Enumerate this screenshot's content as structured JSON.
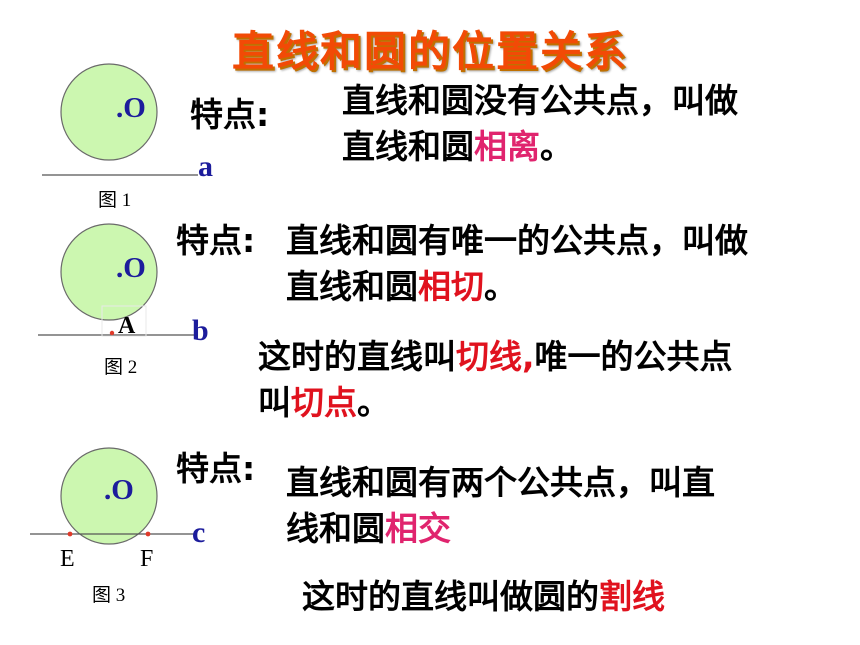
{
  "title": "直线和圆的位置关系",
  "colors": {
    "title": "#f24a06",
    "circle_fill": "#ccf7b0",
    "highlight_pink": "#e0246e",
    "highlight_red": "#e0121e",
    "line_letter": "#1c1c9c"
  },
  "figures": [
    {
      "caption": "图 1",
      "center_label": ".O",
      "line_label": "a",
      "relation": "相离"
    },
    {
      "caption": "图 2",
      "center_label": ".O",
      "line_label": "b",
      "point_label": "A",
      "relation": "相切"
    },
    {
      "caption": "图 3",
      "center_label": ".O",
      "line_label": "c",
      "point_labels": [
        "E",
        "F"
      ],
      "relation": "相交"
    }
  ],
  "sections": [
    {
      "feature_label": "特点:",
      "line1": "直线和圆没有公共点，叫做",
      "line2_prefix": "直线和圆",
      "line2_highlight": "相离",
      "line2_suffix": "。"
    },
    {
      "feature_label": "特点:",
      "line1": "直线和圆有唯一的公共点，叫做",
      "line2_prefix": "直线和圆",
      "line2_highlight": "相切",
      "line2_suffix": "。",
      "note_line1_prefix": "这时的直线叫",
      "note_line1_highlight": "切线,",
      "note_line1_suffix": "唯一的公共点",
      "note_line2_prefix": "叫",
      "note_line2_highlight": "切点",
      "note_line2_suffix": "。"
    },
    {
      "feature_label": "特点:",
      "line1": "直线和圆有两个公共点，叫直",
      "line2_prefix": "线和圆",
      "line2_highlight": "相交",
      "note_prefix": "这时的直线叫做圆的",
      "note_highlight": "割线"
    }
  ]
}
